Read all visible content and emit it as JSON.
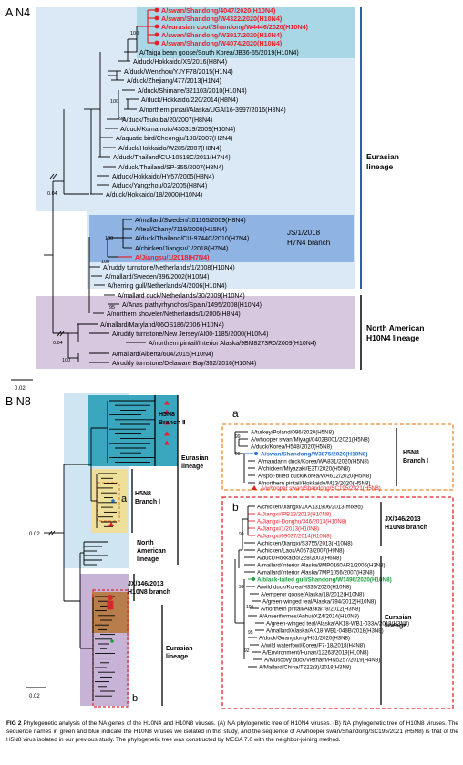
{
  "panel_a": {
    "label": "A N4",
    "scale": "0.02",
    "eurasian_label": [
      "Eurasian",
      "lineage"
    ],
    "na_label": [
      "North American",
      "H10N4 lineage"
    ],
    "js_branch": [
      "JS/1/2018",
      "H7N4 branch"
    ],
    "bootstrap": [
      "100",
      "100",
      "98",
      "0.04",
      "100",
      "100",
      "95",
      "0.04",
      "100"
    ],
    "red_taxa": [
      "A/swan/Shandong/4047/2020(H10N4)",
      "A/swan/Shandong/W4322/2020(H10N4)",
      "A/eurasian coot/Shandong/W4446/2020(H10N4)",
      "A/swan/Shandong/W3917/2020(H10N4)",
      "A/swan/Shandong/W4074/2020(H10N4)"
    ],
    "taxa": [
      "A/Taiga bean goose/South Korea/JB36-65/2019(H10N4)",
      "A/duck/Hokkaido/X9/2016(H8N4)",
      "A/duck/Wenzhou/YJYF78/2015(H1N4)",
      "A/duck/Zhejiang/477/2013(H1N4)",
      "A/duck/Shimane/321103/2010(H10N4)",
      "A/duck/Hokkaido/220/2014(H8N4)",
      "A/northern pintail/Alaska/UGAI16-3997/2016(H8N4)",
      "A/duck/Tsukuba/20/2007(H8N4)",
      "A/duck/Kumamoto/430319/2009(H10N4)",
      "A/aquatic bird/Cheongju/180/2007(H2N4)",
      "A/duck/Hokkaido/W285/2007(H8N4)",
      "A/duck/Thailand/CU-10518C/2011(H7N4)",
      "A/duck/Thailand/SP-355/2007(H8N4)",
      "A/duck/Hokkaido/HY57/2005(H8N4)",
      "A/duck/Yangzhou/02/2005(H8N4)",
      "A/duck/Hokkaido/18/2000(H10N4)"
    ],
    "js_taxa": [
      "A/mallard/Sweden/101165/2009(H8N4)",
      "A/teal/Chany/7119/2008(H15N4)",
      "A/duck/Thailand/CU-9744C/2010(H7N4)",
      "A/chicken/Jiangsu/1/2018(H7N4)"
    ],
    "js_red": "A/Jiangsu/1/2018(H7N4)",
    "taxa2": [
      "A/ruddy turnstone/Netherlands/1/2008(H10N4)",
      "A/mallard/Sweden/396/2002(H10N4)",
      "A/herring gull/Netherlands/4/2006(H10N4)",
      "A/mallard duck/Netherlands/30/2009(H10N4)",
      "A/Anas plathyrhynchos/Spain/1495/2008(H10N4)",
      "A/northern shoveler/Netherlands/1/2006(H8N4)"
    ],
    "na_taxa": [
      "A/mallard/Maryland/06OS186/2006(H10N4)",
      "A/ruddy turnstone/New Jersey/AI00-1185/2000(H10N4)",
      "A/northern pintail/Interior Alaska/9BM8273R0/2009(H10N4)",
      "A/mallard/Alberta/604/2015(H10N4)",
      "A/ruddy turnstone/Delaware Bay/352/2016(H10N4)"
    ]
  },
  "panel_b": {
    "label": "B N8",
    "scale": "0.02",
    "bootstrap": "0.02",
    "h5n8_b2": [
      "H5N8",
      "Branch Ⅱ"
    ],
    "h5n8_b1": [
      "H5N8",
      "Branch Ⅰ"
    ],
    "eurasian_label": [
      "Eurasian",
      "lineage"
    ],
    "na_label": [
      "North",
      "American",
      "lineage"
    ],
    "js_label": [
      "JX/346/2013",
      "H10N8 branch"
    ],
    "eurasian2_label": [
      "Eurasian",
      "lineage"
    ],
    "box_a": "a",
    "box_b": "b"
  },
  "inset_a": {
    "label": "a",
    "branch": [
      "H5N8",
      "Branch Ⅰ"
    ],
    "bootstrap": [
      "99",
      "99"
    ],
    "taxa": [
      "A/turkey/Poland/096/2020(H5N8)",
      "A/whooper swan/Miyagi/0402B001/2021(H5N8)",
      "A/duck/Korea/H548/2020(H5N8)"
    ],
    "blue_taxon": "A/swan/Shandong/W3875/2020(H10N8)",
    "taxa2": [
      "A/mandarin duck/Korea/WA831/2020(H5N8)",
      "A/chicken/Miyazaki/E3T/2020(H5N8)",
      "A/spot-billed duck/Korea/WA612/2020(H5N8)",
      "A/northern pintail/Hokkaido/M13/2020(H5N8)",
      "A/peregrine falcon/Hokkaido/4801Z001/2021(H5N8)"
    ],
    "red_taxon": "A/whooper swan/Shandong/SC195/2021(H5N8)"
  },
  "inset_b": {
    "label": "b",
    "js_label": [
      "JX/346/2013",
      "H10N8 branch"
    ],
    "eurasian_label": [
      "Eurasian",
      "lineage"
    ],
    "bootstrap": [
      "99",
      "99",
      "100",
      "95",
      "92"
    ],
    "top_taxa": [
      "A/chicken/Jiangxi/JXA131906/2013(mixed)"
    ],
    "red_taxa": [
      "A/Jiangxi/IPB13/2013(H10N8)",
      "A/Jiangxi-Donghu/346/2013(H10N8)",
      "A/Jiangxi/1/2013(H10N8)",
      "A/Jiangxi/09037/2014(H10N8)"
    ],
    "mid_taxa": [
      "A/chicken/Jiangxi/S3755/2013(H10N8)",
      "A/chicken/Laos/A0573/2007(H9N8)",
      "A/duck/Hokkaido/228/2003(H6N8)",
      "A/mallard/Interior Alaska/8MP0160AR1/2006(H3N8)",
      "A/mallard/Interior Alaska/7MP1056/2007(H3N8)"
    ],
    "green_taxon": "A/black-tailed gull/Shandong/W1496/2020(H10N8)",
    "bottom_taxa": [
      "A/wild duck/Korea/H333/2020(H10N8)",
      "A/emperor goose/Alaska/18/2012(H10N8)",
      "A/green-winged teal/Alaska/794/2012(H10N8)",
      "A/northern pintail/Alaska/78/2012(H3N8)",
      "A/Anseriformes/Anhui/XZ4/2014(H10N8)",
      "A/green-winged teal/Alaska/AK18-WB1-033A/2018(H3N8)",
      "A/mallard/Alaska/AK18-WB1-048B/2018(H3N8)",
      "A/duck/Guangdong/H31/2020(H3N8)",
      "A/wild waterfowl/Korea/F7-18/2018(H4N8)",
      "A/Environment/Hunan/12263/2019(H10N8)",
      "A/Muscovy duck/Vietnam/HN5257/2019(H4N8)",
      "A/Mallard/China/T222(3)/2018(H3N8)"
    ]
  },
  "caption": {
    "lead": "FIG 2",
    "text": " Phylogenetic analysis of the NA genes of the H10N4 and H10N8 viruses. (A) NA phylogenetic tree of H10N4 viruses. (B) NA phylogenetic tree of H10N8 viruses. The sequence names in green and blue indicate the H10N8 viruses we isolated in this study, and the sequence of A/whooper swan/Shandong/SC195/2021 (H5N8) is that of the H5N8 virus isolated in our previous study. The phylogenetic tree was constructed by MEGA 7.0 with the neighbor-joining method."
  },
  "colors": {
    "red": "#e8202a",
    "blue": "#1f6fd1",
    "green": "#1b9e3a",
    "teal_box": "#a9d7e6",
    "eurasian_bg": "#dbe8f5",
    "js_box": "#8fb3e3",
    "na_bg": "#d7c7df",
    "orange_dash": "#e98a2b",
    "red_dash": "#e2232a",
    "b_teal": "#3aa7bf",
    "b_light": "#cfe6f2",
    "b_yellow": "#eedf9a",
    "b_purple": "#c7b3d6",
    "b_brown": "#b5783c"
  }
}
